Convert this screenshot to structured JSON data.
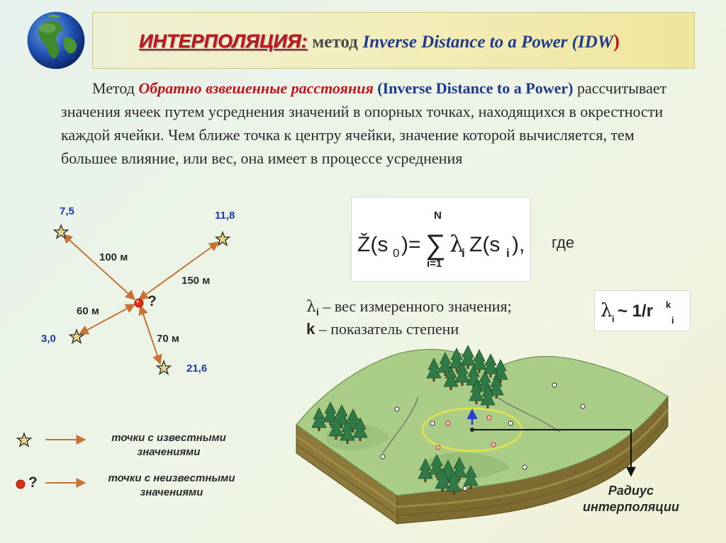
{
  "title": {
    "main": "ИНТЕРПОЛЯЦИЯ:",
    "sub": "метод",
    "english": "Inverse Distance to a Power (IDW",
    "paren": ")"
  },
  "paragraph": {
    "start": "Метод",
    "method_ru": "Обратно взвешенные расстояния",
    "method_en": "(Inverse Distance to a Power)",
    "body": "рассчитывает значения ячеек путем усреднения значений в опорных точках, находящихся в окрестности каждой ячейки. Чем ближе точка к центру ячейки, значение которой вычисляется, тем большее влияние, или вес, она имеет в процессе усреднения"
  },
  "formula": {
    "lhs": "Ž(s",
    "lhs_sub": "0",
    "lhs_end": ")=",
    "sum_top": "N",
    "sum_symbol": "∑",
    "sum_bottom": "i=1",
    "lambda": "λ",
    "lambda_sub": "i",
    "z": "Z(s",
    "z_sub": "i",
    "z_end": "),",
    "where": "где"
  },
  "legend": {
    "lambda_symbol": "λ",
    "lambda_sub": "i",
    "lambda_desc": "– вес измеренного значения;",
    "k_symbol": "k",
    "k_desc": "– показатель степени"
  },
  "weight_formula": {
    "lambda": "λ",
    "lambda_sub": "i",
    "rest": "~ 1/r",
    "power": "k",
    "power_sub": "i"
  },
  "points": [
    {
      "value": "7,5"
    },
    {
      "value": "11,8"
    },
    {
      "value": "3,0"
    },
    {
      "value": "21,6"
    }
  ],
  "distances": [
    "100 м",
    "150 м",
    "60 м",
    "70 м"
  ],
  "unknown_mark": "?",
  "key": {
    "known": [
      "точки с известными",
      "значениями"
    ],
    "unknown_mark": "?",
    "unknown": [
      "точки с неизвестными",
      "значениями"
    ]
  },
  "radius_label": [
    "Радиус",
    "интерполяции"
  ],
  "colors": {
    "title_red": "#c0161f",
    "title_blue": "#1f3a8c",
    "point_label_blue": "#1f3ba3",
    "arrow_blue": "#2a3fd0",
    "star_fill": "#e6d28a",
    "unknown_dot": "#e03010",
    "connector_orange": "#c87333",
    "terrain_green": "#a9cc86",
    "terrain_side": "#8c7a3a"
  }
}
